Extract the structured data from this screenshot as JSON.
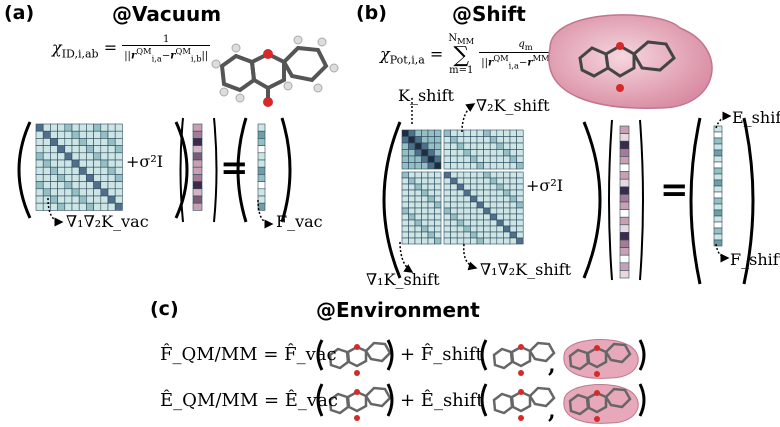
{
  "panels": {
    "a": {
      "label": "(a)",
      "title": "@Vacuum"
    },
    "b": {
      "label": "(b)",
      "title": "@Shift"
    },
    "c": {
      "label": "(c)",
      "title": "@Environment"
    }
  },
  "formulas": {
    "chi_id": {
      "lhs": "χ",
      "lhs_sub": "ID,i,ab",
      "num": "1",
      "den": "||r_{i,a}^{QM} − r_{i,b}^{QM}||"
    },
    "chi_pot": {
      "lhs": "χ",
      "lhs_sub": "Pot,i,a",
      "sum_top": "N_MM",
      "sum_bot": "m=1",
      "num": "q_m",
      "den": "||r_{i,a}^{QM} − r_{i,m}^{MM}||"
    }
  },
  "labels": {
    "sigma_a": "+σ²I",
    "sigma_b": "+σ²I",
    "nabla_k_vac": "∇₁∇₂K_vac",
    "f_vac": "F_vac",
    "k_shift": "K_shift",
    "nabla2_k_shift": "∇₂K_shift",
    "nabla1_k_shift": "∇₁K_shift",
    "nabla12_k_shift": "∇₁∇₂K_shift",
    "e_shift": "E_shift",
    "f_shift": "F_shift",
    "equals": "="
  },
  "environment": {
    "row1": {
      "lhs": "F̂_QM/MM = F̂_vac",
      "plus": "+ F̂_shift"
    },
    "row2": {
      "lhs": "Ê_QM/MM = Ê_vac",
      "plus": "+ Ê_shift"
    }
  },
  "colors": {
    "matrix_light": "#cde6e5",
    "matrix_mid": "#94bfc4",
    "matrix_dark": "#4f6f8a",
    "vector_pink": "#c9a0b2",
    "vector_dark": "#3b2a4a",
    "bubble": "#e7a9ba",
    "atom_o": "#d62a2a",
    "atom_c": "#8a8a8a",
    "atom_h": "#e8e8e8"
  }
}
